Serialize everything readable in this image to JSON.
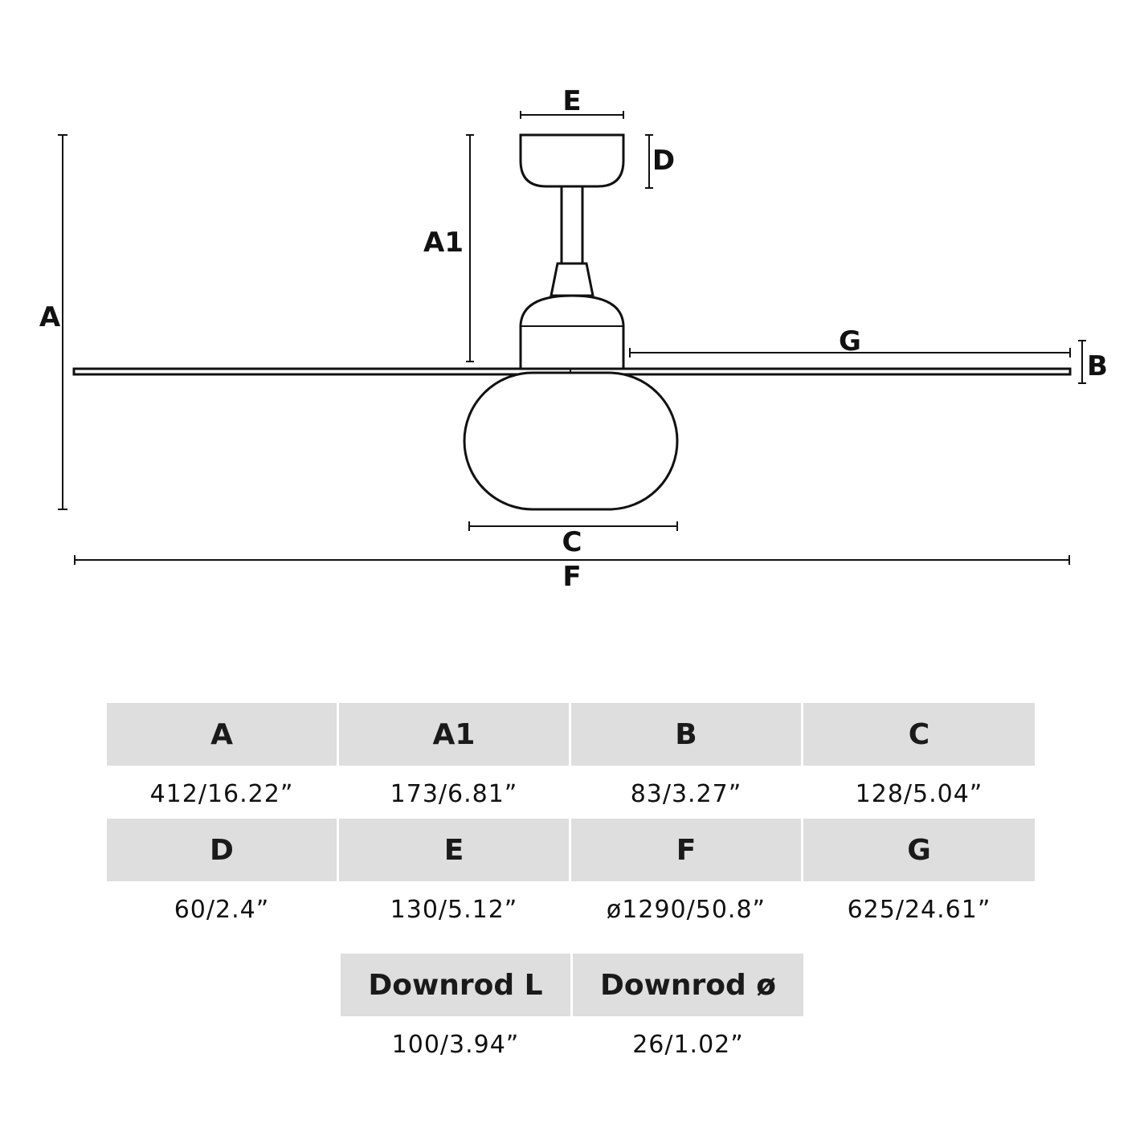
{
  "diagram": {
    "labels": {
      "A": "A",
      "A1": "A1",
      "B": "B",
      "C": "C",
      "D": "D",
      "E": "E",
      "F": "F",
      "G": "G"
    }
  },
  "table": {
    "row1": [
      {
        "label": "A",
        "value": "412/16.22”"
      },
      {
        "label": "A1",
        "value": "173/6.81”"
      },
      {
        "label": "B",
        "value": "83/3.27”"
      },
      {
        "label": "C",
        "value": "128/5.04”"
      }
    ],
    "row2": [
      {
        "label": "D",
        "value": "60/2.4”"
      },
      {
        "label": "E",
        "value": "130/5.12”"
      },
      {
        "label": "F",
        "value": "ø1290/50.8”"
      },
      {
        "label": "G",
        "value": "625/24.61”"
      }
    ],
    "row3": [
      {
        "label": "Downrod L",
        "value": "100/3.94”"
      },
      {
        "label": "Downrod ø",
        "value": "26/1.02”"
      }
    ]
  }
}
